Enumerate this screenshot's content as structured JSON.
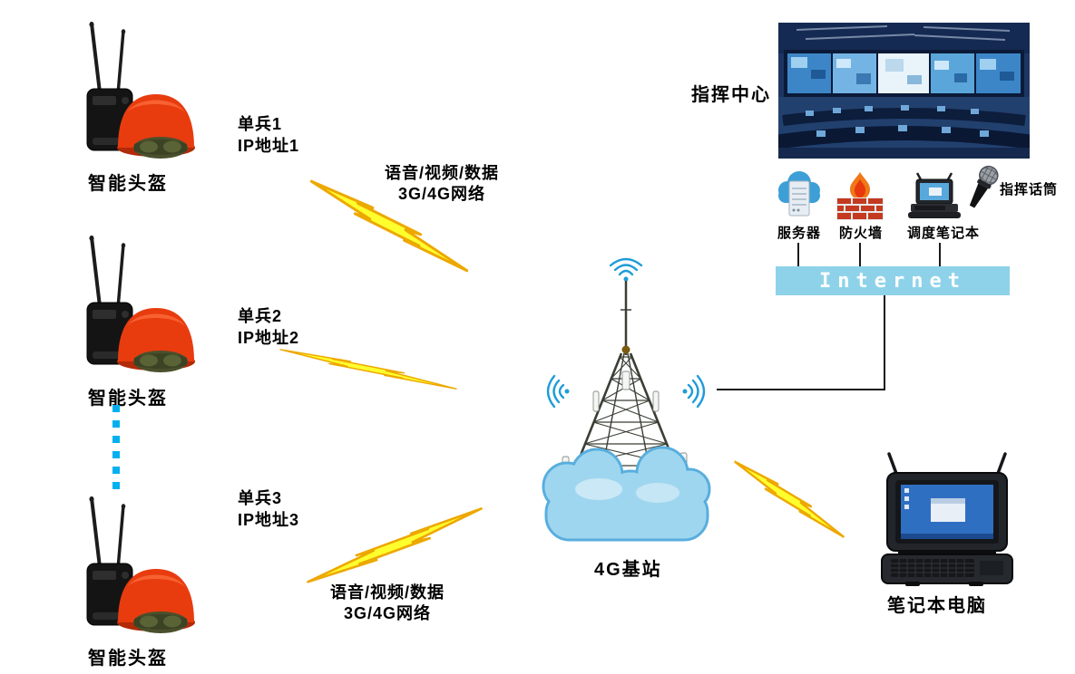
{
  "units": [
    {
      "soldier": "单兵1",
      "ip": "IP地址1",
      "device": "智能头盔"
    },
    {
      "soldier": "单兵2",
      "ip": "IP地址2",
      "device": "智能头盔"
    },
    {
      "soldier": "单兵3",
      "ip": "IP地址3",
      "device": "智能头盔"
    }
  ],
  "radio_links": {
    "top": {
      "line1": "语音/视频/数据",
      "line2": "3G/4G网络"
    },
    "bottom": {
      "line1": "语音/视频/数据",
      "line2": "3G/4G网络"
    }
  },
  "base_station": {
    "label": "4G基站"
  },
  "command_center": {
    "title": "指挥中心",
    "server": "服务器",
    "firewall": "防火墙",
    "dispatch_laptop": "调度笔记本",
    "microphone": "指挥话筒",
    "internet": "Internet"
  },
  "field_laptop": {
    "label": "笔记本电脑"
  },
  "icons": [
    "smart-helmet-icon",
    "lightning-bolt-icon",
    "cell-tower-icon",
    "cloud-icon",
    "wifi-signal-icon",
    "server-cloud-icon",
    "firewall-icon",
    "laptop-icon",
    "microphone-icon",
    "rugged-laptop-icon",
    "control-room-photo"
  ],
  "colors": {
    "lightning_fill": "#ffff2e",
    "lightning_stroke": "#eda800",
    "internet_bar": "#8ed2ea",
    "dotted_link": "#00b0f0",
    "helmet_red": "#e83c0f",
    "wifi_blue": "#1e9cd8",
    "cloud_blue": "#9fd6ef"
  }
}
